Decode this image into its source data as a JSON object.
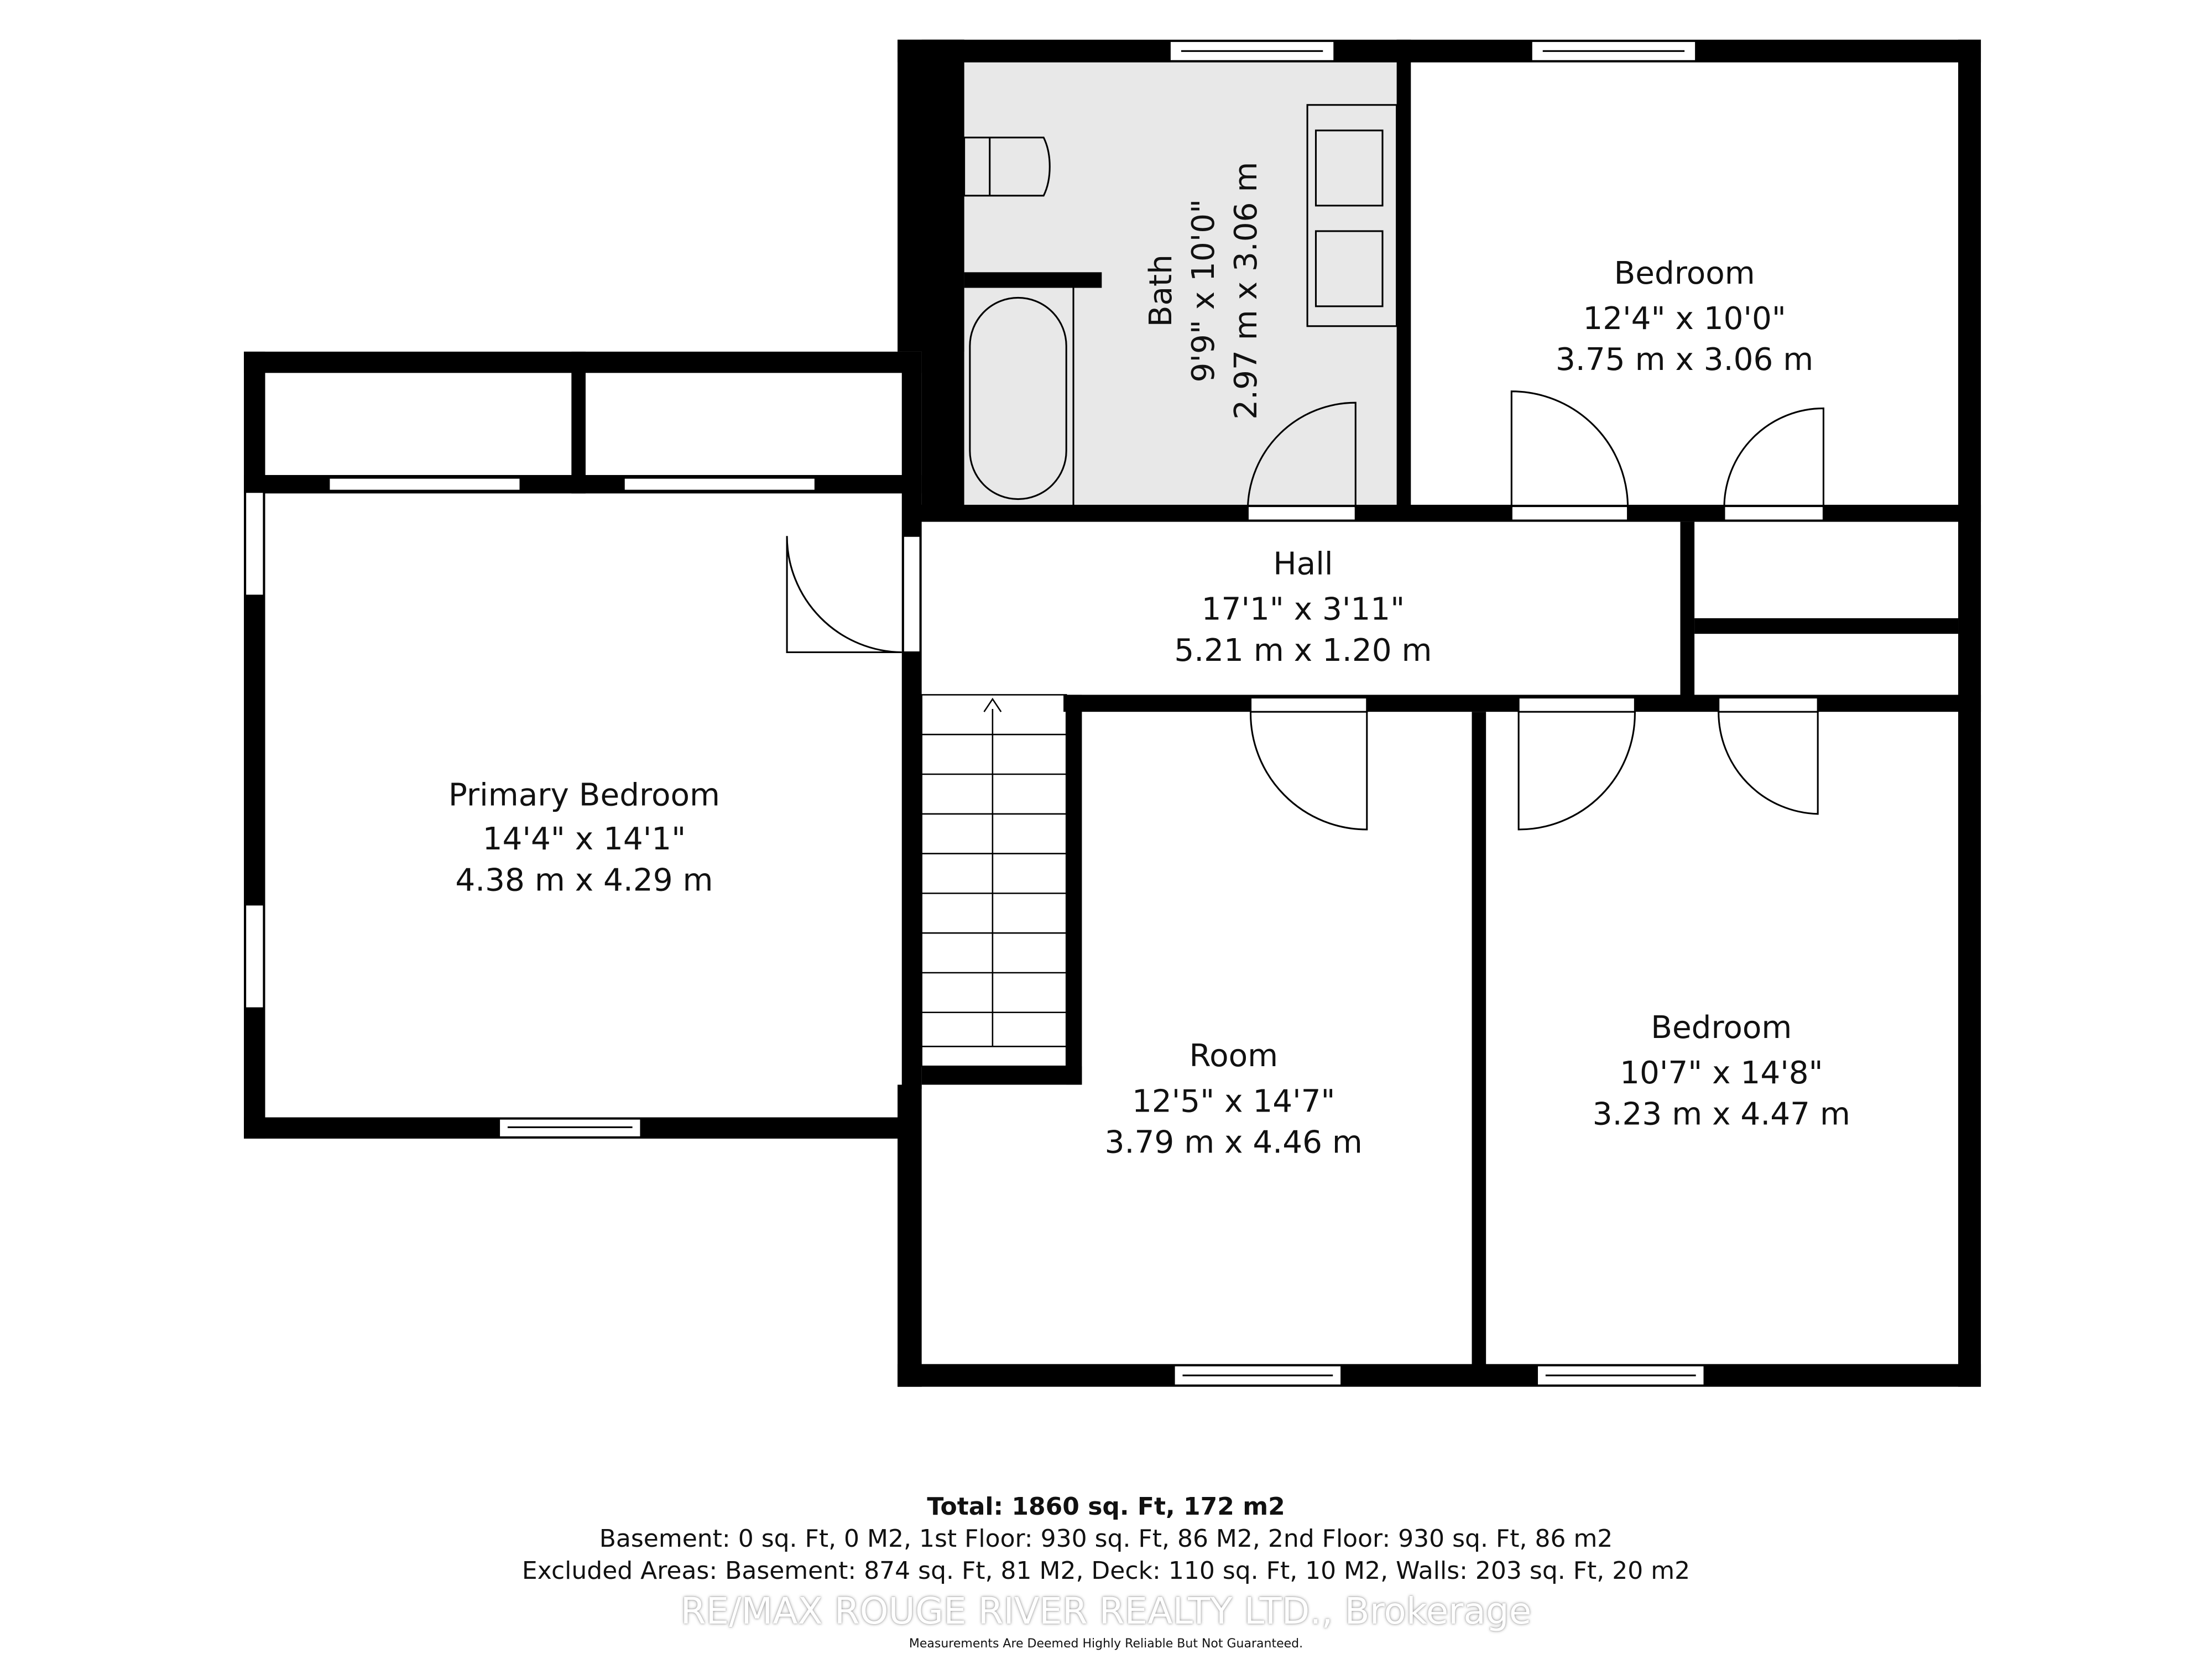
{
  "rooms": {
    "bath": {
      "name": "Bath",
      "imperial": "9'9\" x 10'0\"",
      "metric": "2.97 m x 3.06 m"
    },
    "bedroom_ne": {
      "name": "Bedroom",
      "imperial": "12'4\" x 10'0\"",
      "metric": "3.75 m x 3.06 m"
    },
    "hall": {
      "name": "Hall",
      "imperial": "17'1\" x 3'11\"",
      "metric": "5.21 m x 1.20 m"
    },
    "primary": {
      "name": "Primary Bedroom",
      "imperial": "14'4\" x 14'1\"",
      "metric": "4.38 m x 4.29 m"
    },
    "room": {
      "name": "Room",
      "imperial": "12'5\" x 14'7\"",
      "metric": "3.79 m x 4.46 m"
    },
    "bedroom_se": {
      "name": "Bedroom",
      "imperial": "10'7\" x 14'8\"",
      "metric": "3.23 m x 4.47 m"
    }
  },
  "footer": {
    "total": "Total: 1860 sq. Ft, 172 m2",
    "floors": "Basement: 0 sq. Ft, 0 M2, 1st Floor: 930 sq. Ft, 86 M2, 2nd Floor: 930 sq. Ft, 86 m2",
    "excluded": "Excluded Areas: Basement: 874 sq. Ft, 81 M2, Deck: 110 sq. Ft, 10 M2, Walls: 203 sq. Ft, 20 m2",
    "watermark": "RE/MAX ROUGE RIVER REALTY LTD., Brokerage",
    "disclaimer": "Measurements Are Deemed Highly Reliable But Not Guaranteed."
  },
  "colors": {
    "wall": "#000000",
    "bath_floor": "#e8e8e8",
    "background": "#ffffff"
  }
}
